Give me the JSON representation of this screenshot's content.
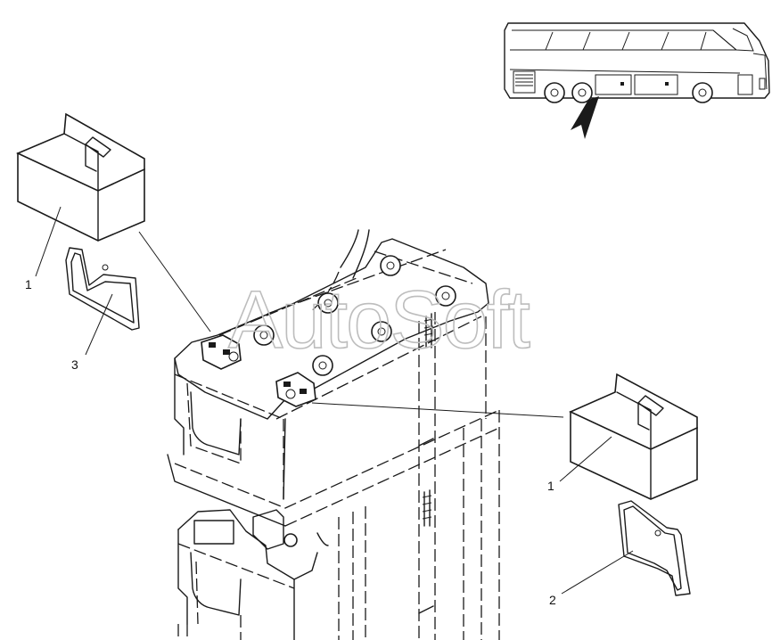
{
  "watermark": {
    "text": "AutoSoft"
  },
  "callouts": [
    {
      "id": "c1a",
      "label": "1"
    },
    {
      "id": "c3",
      "label": "3"
    },
    {
      "id": "c1b",
      "label": "1"
    },
    {
      "id": "c2",
      "label": "2"
    }
  ],
  "icons": [
    "bus-locator-icon",
    "arrow-icon",
    "terminal-cap-icon",
    "seal-gasket-icon",
    "battery-icon"
  ]
}
